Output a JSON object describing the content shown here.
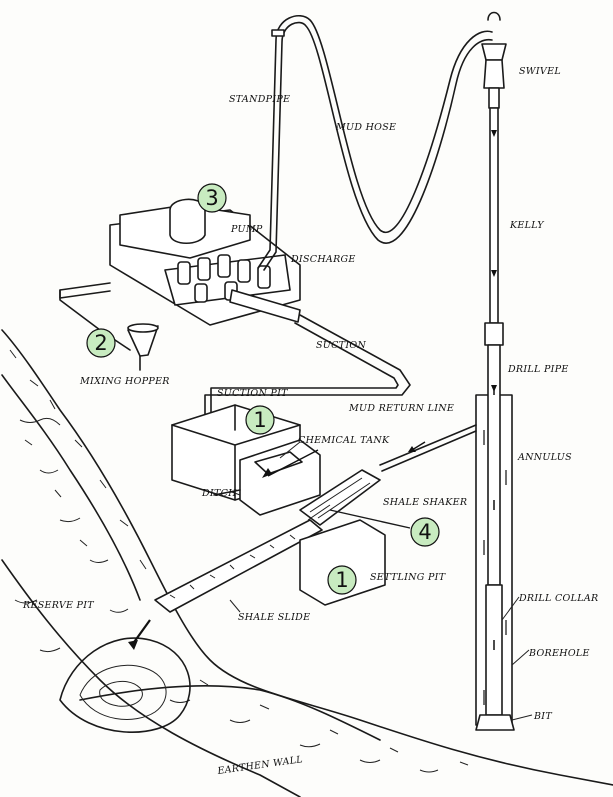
{
  "labels": {
    "swivel": "SWIVEL",
    "standpipe": "STANDPIPE",
    "mud_hose": "MUD HOSE",
    "kelly": "KELLY",
    "pump": "PUMP",
    "discharge": "DISCHARGE",
    "suction": "SUCTION",
    "drill_pipe": "DRILL PIPE",
    "mixing_hopper": "MIXING HOPPER",
    "suction_pit": "SUCTION PIT",
    "mud_return_line": "MUD RETURN LINE",
    "chemical_tank": "CHEMICAL TANK",
    "annulus": "ANNULUS",
    "ditch": "DITCH",
    "shale_shaker": "SHALE SHAKER",
    "settling_pit": "SETTLING PIT",
    "reserve_pit": "RESERVE PIT",
    "shale_slide": "SHALE SLIDE",
    "drill_collar": "DRILL COLLAR",
    "borehole": "BOREHOLE",
    "bit": "BIT",
    "earthen_wall": "EARTHEN WALL"
  },
  "markers": {
    "pump_marker": "3",
    "hopper_marker": "2",
    "suction_pit_marker": "1",
    "shaker_marker": "4",
    "settling_pit_marker": "1"
  },
  "colors": {
    "marker_fill": "#c8ebc0",
    "ink": "#1a1a1a",
    "paper": "#fdfdfb"
  }
}
